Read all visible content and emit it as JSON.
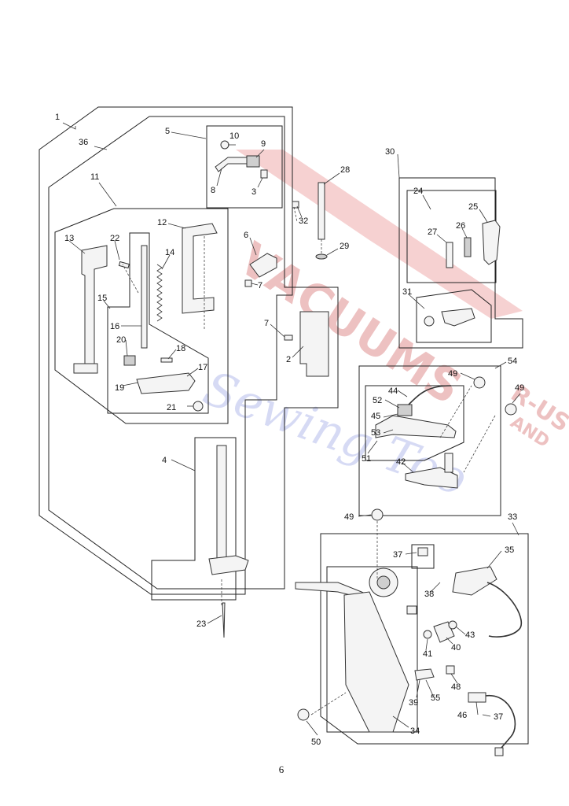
{
  "page": {
    "number": "6"
  },
  "callouts": [
    {
      "id": "c1",
      "text": "1"
    },
    {
      "id": "c36",
      "text": "36"
    },
    {
      "id": "c11",
      "text": "11"
    },
    {
      "id": "c5",
      "text": "5"
    },
    {
      "id": "c10",
      "text": "10"
    },
    {
      "id": "c9",
      "text": "9"
    },
    {
      "id": "c8",
      "text": "8"
    },
    {
      "id": "c3",
      "text": "3"
    },
    {
      "id": "c28",
      "text": "28"
    },
    {
      "id": "c32",
      "text": "32"
    },
    {
      "id": "c6",
      "text": "6"
    },
    {
      "id": "c29",
      "text": "29"
    },
    {
      "id": "c7a",
      "text": "7"
    },
    {
      "id": "c7b",
      "text": "7"
    },
    {
      "id": "c2",
      "text": "2"
    },
    {
      "id": "c12",
      "text": "12"
    },
    {
      "id": "c13",
      "text": "13"
    },
    {
      "id": "c22",
      "text": "22"
    },
    {
      "id": "c14",
      "text": "14"
    },
    {
      "id": "c15",
      "text": "15"
    },
    {
      "id": "c16",
      "text": "16"
    },
    {
      "id": "c20",
      "text": "20"
    },
    {
      "id": "c18",
      "text": "18"
    },
    {
      "id": "c17",
      "text": "17"
    },
    {
      "id": "c19",
      "text": "19"
    },
    {
      "id": "c21",
      "text": "21"
    },
    {
      "id": "c30",
      "text": "30"
    },
    {
      "id": "c24",
      "text": "24"
    },
    {
      "id": "c25",
      "text": "25"
    },
    {
      "id": "c27",
      "text": "27"
    },
    {
      "id": "c26",
      "text": "26"
    },
    {
      "id": "c31",
      "text": "31"
    },
    {
      "id": "c54",
      "text": "54"
    },
    {
      "id": "c49a",
      "text": "49"
    },
    {
      "id": "c49b",
      "text": "49"
    },
    {
      "id": "c44",
      "text": "44"
    },
    {
      "id": "c52",
      "text": "52"
    },
    {
      "id": "c45",
      "text": "45"
    },
    {
      "id": "c53",
      "text": "53"
    },
    {
      "id": "c51",
      "text": "51"
    },
    {
      "id": "c42",
      "text": "42"
    },
    {
      "id": "c4",
      "text": "4"
    },
    {
      "id": "c23",
      "text": "23"
    },
    {
      "id": "c49c",
      "text": "49"
    },
    {
      "id": "c33",
      "text": "33"
    },
    {
      "id": "c37a",
      "text": "37"
    },
    {
      "id": "c35",
      "text": "35"
    },
    {
      "id": "c38",
      "text": "38"
    },
    {
      "id": "c43",
      "text": "43"
    },
    {
      "id": "c41",
      "text": "41"
    },
    {
      "id": "c40",
      "text": "40"
    },
    {
      "id": "c48",
      "text": "48"
    },
    {
      "id": "c55",
      "text": "55"
    },
    {
      "id": "c39",
      "text": "39"
    },
    {
      "id": "c46",
      "text": "46"
    },
    {
      "id": "c37b",
      "text": "37"
    },
    {
      "id": "c50",
      "text": "50"
    },
    {
      "id": "c34",
      "text": "34"
    }
  ],
  "watermark": {
    "text_main": "VACUUMS",
    "text_side": "R-US",
    "text_and": "AND",
    "text_script": "Sewing Too",
    "color": "#d94a4a"
  }
}
